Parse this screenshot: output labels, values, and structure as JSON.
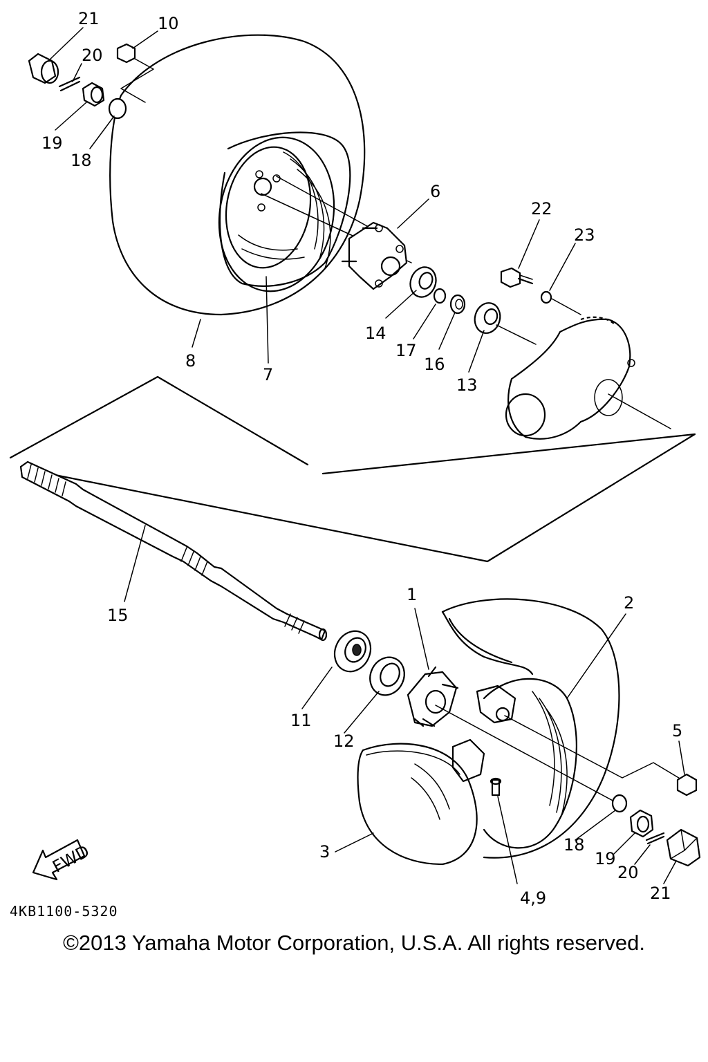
{
  "callouts": {
    "c1": "1",
    "c2": "2",
    "c3": "3",
    "c49": "4,9",
    "c5": "5",
    "c6": "6",
    "c7": "7",
    "c8": "8",
    "c10": "10",
    "c11": "11",
    "c12": "12",
    "c13": "13",
    "c14": "14",
    "c15": "15",
    "c16": "16",
    "c17": "17",
    "c18a": "18",
    "c18b": "18",
    "c19a": "19",
    "c19b": "19",
    "c20a": "20",
    "c20b": "20",
    "c21a": "21",
    "c21b": "21",
    "c22": "22",
    "c23": "23"
  },
  "fwd_label": "FWD",
  "doc_number": "4KB1100-5320",
  "copyright": "©2013 Yamaha Motor Corporation, U.S.A. All rights reserved."
}
